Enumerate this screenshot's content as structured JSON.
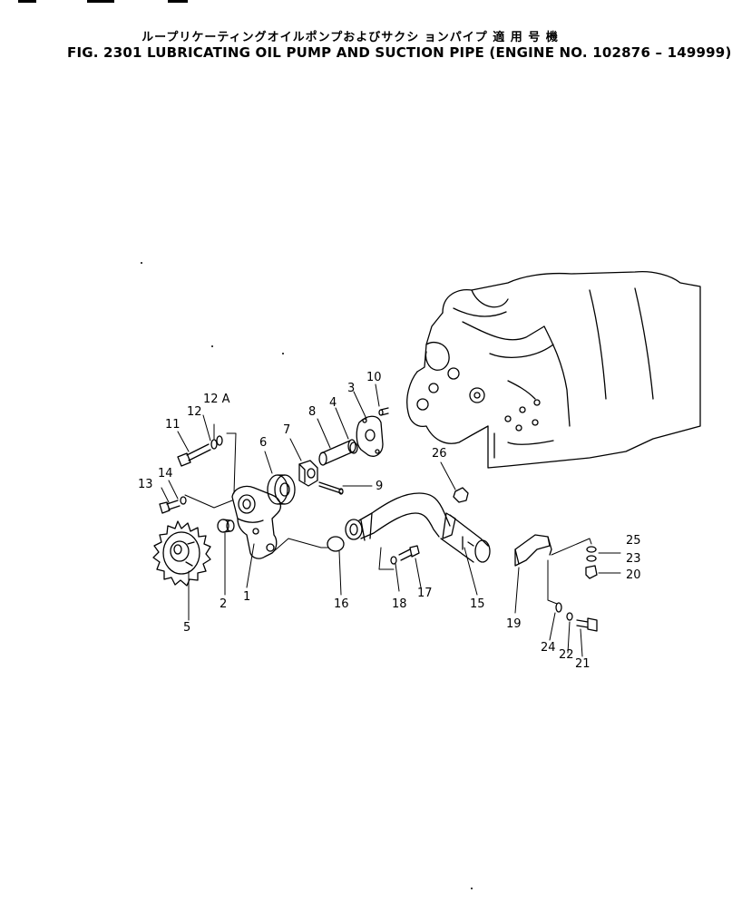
{
  "header": {
    "title_jp": "ループリケーティングオイルポンプおよびサクシ ョンパイプ 適 用 号 機",
    "title_en": "FIG. 2301  LUBRICATING OIL PUMP AND SUCTION PIPE (ENGINE NO. 102876 – 149999)"
  },
  "callouts": [
    {
      "id": "lbl-1",
      "text": "1"
    },
    {
      "id": "lbl-2",
      "text": "2"
    },
    {
      "id": "lbl-3",
      "text": "3"
    },
    {
      "id": "lbl-4",
      "text": "4"
    },
    {
      "id": "lbl-5",
      "text": "5"
    },
    {
      "id": "lbl-6",
      "text": "6"
    },
    {
      "id": "lbl-7",
      "text": "7"
    },
    {
      "id": "lbl-8",
      "text": "8"
    },
    {
      "id": "lbl-9",
      "text": "9"
    },
    {
      "id": "lbl-10",
      "text": "10"
    },
    {
      "id": "lbl-11",
      "text": "11"
    },
    {
      "id": "lbl-12",
      "text": "12"
    },
    {
      "id": "lbl-12a",
      "text": "12 A"
    },
    {
      "id": "lbl-13",
      "text": "13"
    },
    {
      "id": "lbl-14",
      "text": "14"
    },
    {
      "id": "lbl-15",
      "text": "15"
    },
    {
      "id": "lbl-16",
      "text": "16"
    },
    {
      "id": "lbl-17",
      "text": "17"
    },
    {
      "id": "lbl-18",
      "text": "18"
    },
    {
      "id": "lbl-19",
      "text": "19"
    },
    {
      "id": "lbl-20",
      "text": "20"
    },
    {
      "id": "lbl-21",
      "text": "21"
    },
    {
      "id": "lbl-22",
      "text": "22"
    },
    {
      "id": "lbl-23",
      "text": "23"
    },
    {
      "id": "lbl-24",
      "text": "24"
    },
    {
      "id": "lbl-25",
      "text": "25"
    },
    {
      "id": "lbl-26",
      "text": "26"
    }
  ]
}
